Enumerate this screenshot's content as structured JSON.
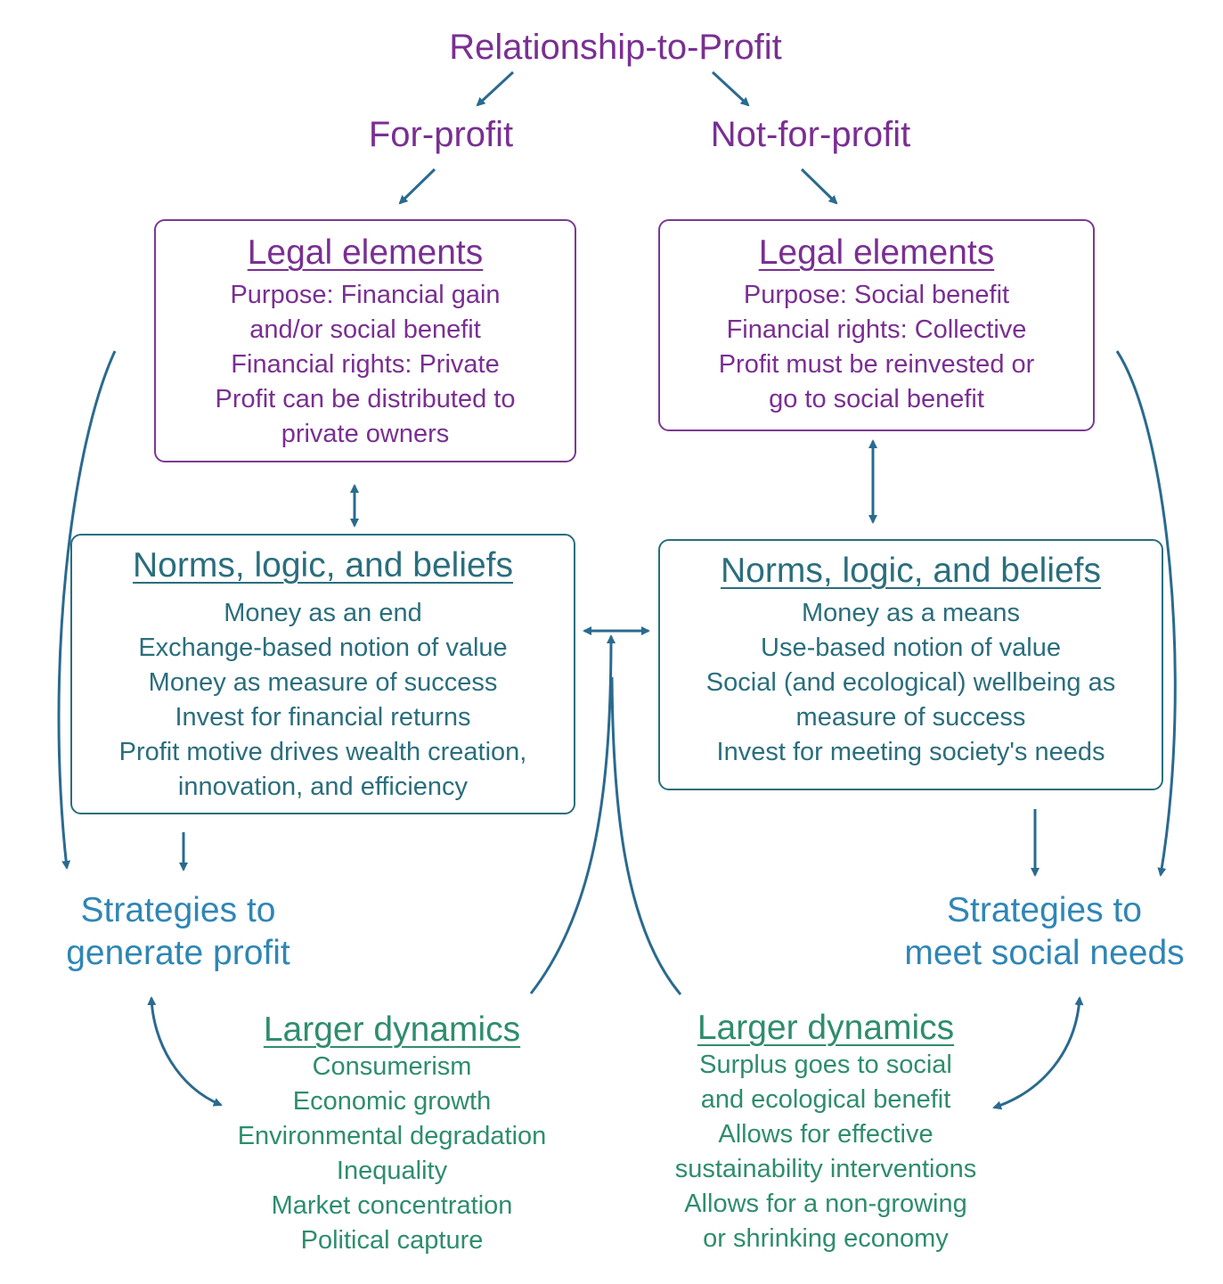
{
  "title": "Relationship-to-Profit",
  "for_profit": {
    "label": "For-profit",
    "legal": {
      "title": "Legal elements",
      "lines": [
        "Purpose: Financial gain",
        "and/or social benefit",
        "Financial rights: Private",
        "Profit can be distributed to",
        "private owners"
      ]
    },
    "norms": {
      "title": "Norms, logic, and beliefs",
      "lines": [
        "Money as an end",
        "Exchange-based notion of value",
        "Money as measure of success",
        "Invest for financial returns",
        "Profit motive drives wealth creation,",
        "innovation, and efficiency"
      ]
    },
    "strategy": {
      "line1": "Strategies to",
      "line2": "generate profit"
    },
    "dynamics": {
      "title": "Larger dynamics",
      "lines": [
        "Consumerism",
        "Economic growth",
        "Environmental degradation",
        "Inequality",
        "Market concentration",
        "Political capture"
      ]
    }
  },
  "not_for_profit": {
    "label": "Not-for-profit",
    "legal": {
      "title": "Legal elements",
      "lines": [
        "Purpose: Social benefit",
        "Financial rights: Collective",
        "Profit must be reinvested or",
        "go to social benefit"
      ]
    },
    "norms": {
      "title": "Norms, logic, and beliefs",
      "lines": [
        "Money as a means",
        "Use-based notion of value",
        "Social (and ecological) wellbeing as",
        "measure of  success",
        "Invest for meeting society's needs"
      ]
    },
    "strategy": {
      "line1": "Strategies to",
      "line2": "meet social needs"
    },
    "dynamics": {
      "title": "Larger dynamics",
      "lines": [
        "Surplus goes to social",
        "and ecological benefit",
        "Allows for effective",
        "sustainability interventions",
        "Allows for a non-growing",
        "or shrinking economy"
      ]
    }
  },
  "colors": {
    "purple": "#7a2f92",
    "teal": "#2a6e7d",
    "blue": "#2f86b5",
    "green": "#2e8d6c",
    "arrow": "#2a6a8f"
  }
}
